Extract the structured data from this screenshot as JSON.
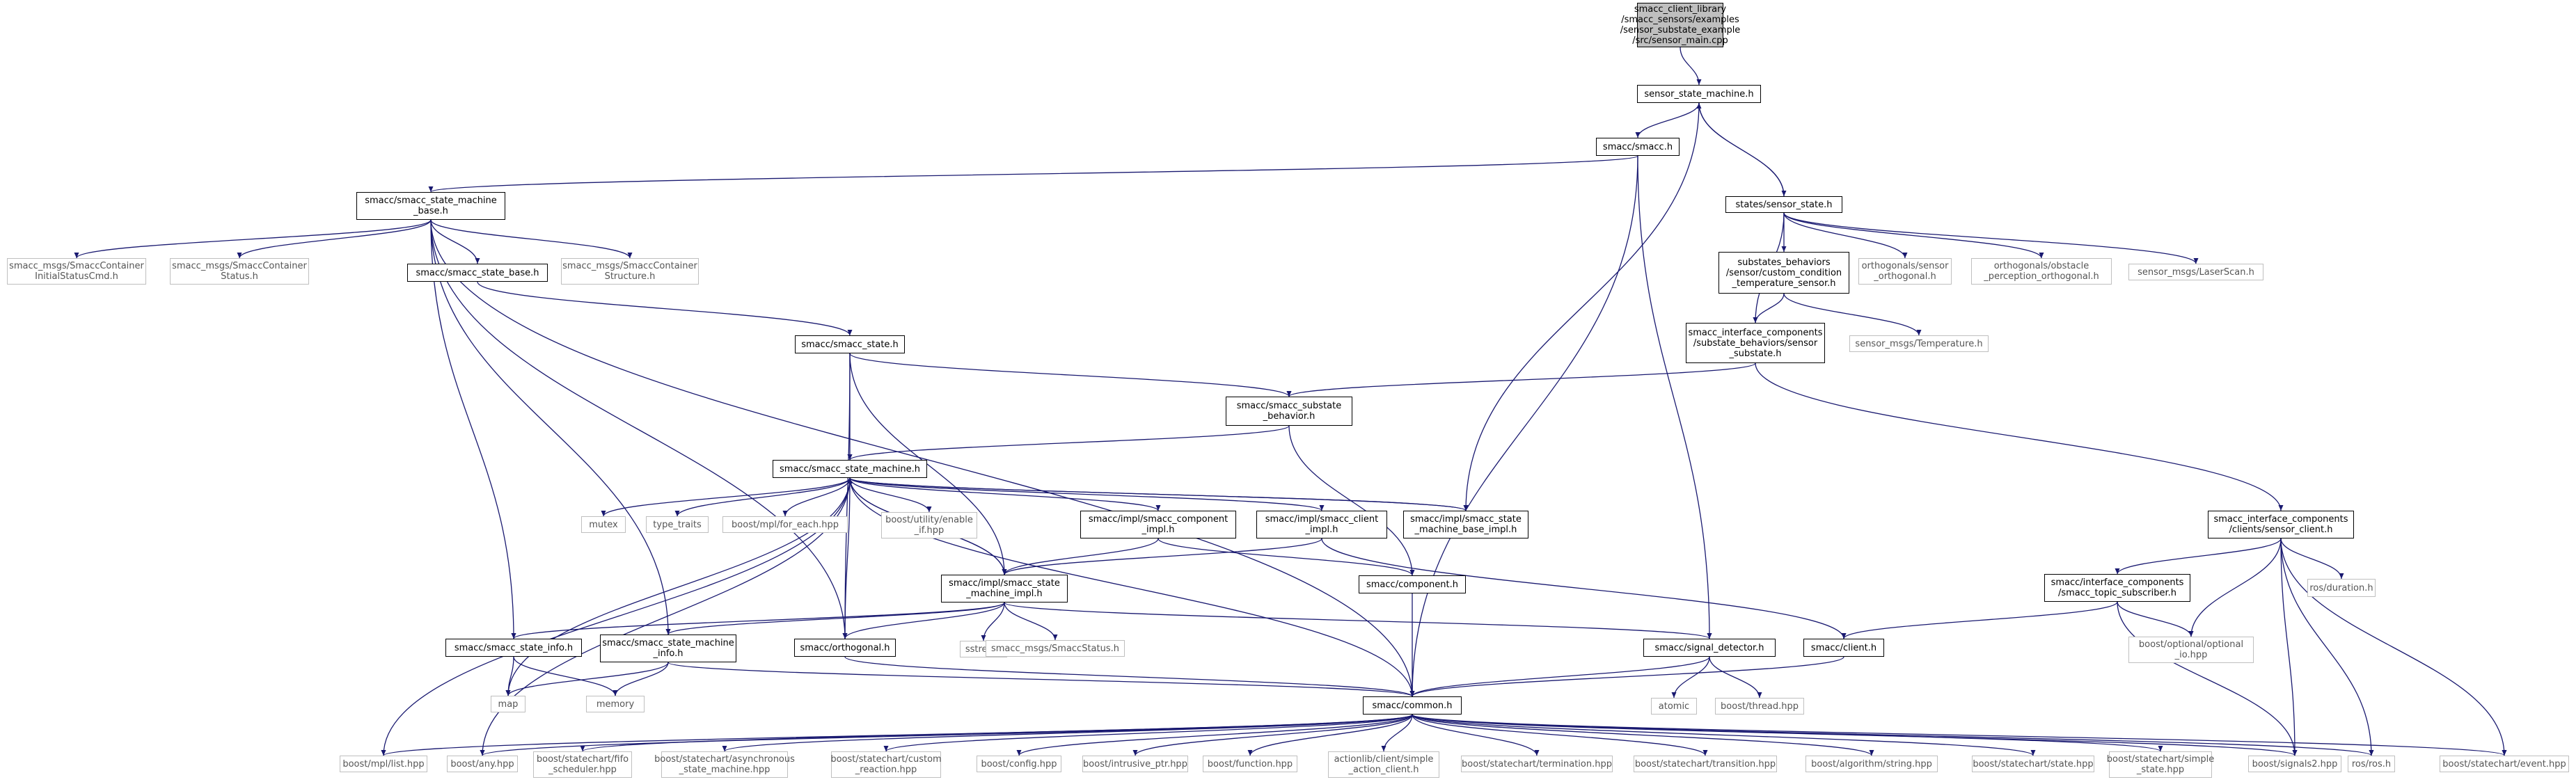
{
  "graph": {
    "edge_color": "#191970",
    "root_fill": "#bfbfbf",
    "internal_border": "#000000",
    "external_border": "#bfbfbf",
    "nodes": [
      {
        "id": "root",
        "label": "smacc_client_library\n/smacc_sensors/examples\n/sensor_substate_example\n/src/sensor_main.cpp",
        "kind": "root"
      },
      {
        "id": "ssm",
        "label": "sensor_state_machine.h",
        "kind": "internal"
      },
      {
        "id": "smacc",
        "label": "smacc/smacc.h",
        "kind": "internal"
      },
      {
        "id": "sstate",
        "label": "states/sensor_state.h",
        "kind": "internal"
      },
      {
        "id": "smb",
        "label": "smacc/smacc_state_machine\n_base.h",
        "kind": "internal"
      },
      {
        "id": "sc_init",
        "label": "smacc_msgs/SmaccContainer\nInitialStatusCmd.h",
        "kind": "external"
      },
      {
        "id": "sc_status",
        "label": "smacc_msgs/SmaccContainer\nStatus.h",
        "kind": "external"
      },
      {
        "id": "ssbase",
        "label": "smacc/smacc_state_base.h",
        "kind": "internal"
      },
      {
        "id": "sc_struct",
        "label": "smacc_msgs/SmaccContainer\nStructure.h",
        "kind": "external"
      },
      {
        "id": "subbeh",
        "label": "substates_behaviors\n/sensor/custom_condition\n_temperature_sensor.h",
        "kind": "internal"
      },
      {
        "id": "orth_sensor",
        "label": "orthogonals/sensor\n_orthogonal.h",
        "kind": "external"
      },
      {
        "id": "orth_obs",
        "label": "orthogonals/obstacle\n_perception_orthogonal.h",
        "kind": "external"
      },
      {
        "id": "laser",
        "label": "sensor_msgs/LaserScan.h",
        "kind": "external"
      },
      {
        "id": "sic_sub",
        "label": "smacc_interface_components\n/substate_behaviors/sensor\n_substate.h",
        "kind": "internal"
      },
      {
        "id": "temp",
        "label": "sensor_msgs/Temperature.h",
        "kind": "external"
      },
      {
        "id": "sstate2",
        "label": "smacc/smacc_state.h",
        "kind": "internal"
      },
      {
        "id": "ssubbeh",
        "label": "smacc/smacc_substate\n_behavior.h",
        "kind": "internal"
      },
      {
        "id": "ssmh",
        "label": "smacc/smacc_state_machine.h",
        "kind": "internal"
      },
      {
        "id": "mutex",
        "label": "mutex",
        "kind": "external"
      },
      {
        "id": "type_traits",
        "label": "type_traits",
        "kind": "external"
      },
      {
        "id": "foreach",
        "label": "boost/mpl/for_each.hpp",
        "kind": "external"
      },
      {
        "id": "enableif",
        "label": "boost/utility/enable\n_if.hpp",
        "kind": "external"
      },
      {
        "id": "compimpl",
        "label": "smacc/impl/smacc_component\n_impl.h",
        "kind": "internal"
      },
      {
        "id": "clientimpl",
        "label": "smacc/impl/smacc_client\n_impl.h",
        "kind": "internal"
      },
      {
        "id": "smbimpl",
        "label": "smacc/impl/smacc_state\n_machine_base_impl.h",
        "kind": "internal"
      },
      {
        "id": "sic_client",
        "label": "smacc_interface_components\n/clients/sensor_client.h",
        "kind": "internal"
      },
      {
        "id": "smimpl",
        "label": "smacc/impl/smacc_state\n_machine_impl.h",
        "kind": "internal"
      },
      {
        "id": "component",
        "label": "smacc/component.h",
        "kind": "internal"
      },
      {
        "id": "topicsub",
        "label": "smacc/interface_components\n/smacc_topic_subscriber.h",
        "kind": "internal"
      },
      {
        "id": "rosdur",
        "label": "ros/duration.h",
        "kind": "external"
      },
      {
        "id": "stateinfo",
        "label": "smacc/smacc_state_info.h",
        "kind": "internal"
      },
      {
        "id": "sminfo",
        "label": "smacc/smacc_state_machine\n_info.h",
        "kind": "internal"
      },
      {
        "id": "orthogonal",
        "label": "smacc/orthogonal.h",
        "kind": "internal"
      },
      {
        "id": "sstream",
        "label": "sstream",
        "kind": "external"
      },
      {
        "id": "smstatus",
        "label": "smacc_msgs/SmaccStatus.h",
        "kind": "external"
      },
      {
        "id": "sigdet",
        "label": "smacc/signal_detector.h",
        "kind": "internal"
      },
      {
        "id": "client",
        "label": "smacc/client.h",
        "kind": "internal"
      },
      {
        "id": "optio",
        "label": "boost/optional/optional\n_io.hpp",
        "kind": "external"
      },
      {
        "id": "map",
        "label": "map",
        "kind": "external"
      },
      {
        "id": "memory",
        "label": "memory",
        "kind": "external"
      },
      {
        "id": "common",
        "label": "smacc/common.h",
        "kind": "internal"
      },
      {
        "id": "atomic",
        "label": "atomic",
        "kind": "external"
      },
      {
        "id": "bthread",
        "label": "boost/thread.hpp",
        "kind": "external"
      },
      {
        "id": "mpllist",
        "label": "boost/mpl/list.hpp",
        "kind": "external"
      },
      {
        "id": "any",
        "label": "boost/any.hpp",
        "kind": "external"
      },
      {
        "id": "fifo",
        "label": "boost/statechart/fifo\n_scheduler.hpp",
        "kind": "external"
      },
      {
        "id": "async",
        "label": "boost/statechart/asynchronous\n_state_machine.hpp",
        "kind": "external"
      },
      {
        "id": "custreact",
        "label": "boost/statechart/custom\n_reaction.hpp",
        "kind": "external"
      },
      {
        "id": "config",
        "label": "boost/config.hpp",
        "kind": "external"
      },
      {
        "id": "intrusive",
        "label": "boost/intrusive_ptr.hpp",
        "kind": "external"
      },
      {
        "id": "function",
        "label": "boost/function.hpp",
        "kind": "external"
      },
      {
        "id": "simpleact",
        "label": "actionlib/client/simple\n_action_client.h",
        "kind": "external"
      },
      {
        "id": "termination",
        "label": "boost/statechart/termination.hpp",
        "kind": "external"
      },
      {
        "id": "transition",
        "label": "boost/statechart/transition.hpp",
        "kind": "external"
      },
      {
        "id": "string",
        "label": "boost/algorithm/string.hpp",
        "kind": "external"
      },
      {
        "id": "statehpp",
        "label": "boost/statechart/state.hpp",
        "kind": "external"
      },
      {
        "id": "simplestate",
        "label": "boost/statechart/simple\n_state.hpp",
        "kind": "external"
      },
      {
        "id": "signals2",
        "label": "boost/signals2.hpp",
        "kind": "external"
      },
      {
        "id": "rosh",
        "label": "ros/ros.h",
        "kind": "external"
      },
      {
        "id": "event",
        "label": "boost/statechart/event.hpp",
        "kind": "external"
      }
    ],
    "edges": [
      [
        "root",
        "ssm"
      ],
      [
        "ssm",
        "smacc"
      ],
      [
        "ssm",
        "sstate"
      ],
      [
        "ssm",
        "smbimpl"
      ],
      [
        "smacc",
        "smb"
      ],
      [
        "smacc",
        "common"
      ],
      [
        "smacc",
        "sigdet"
      ],
      [
        "sstate",
        "ssm"
      ],
      [
        "sstate",
        "subbeh"
      ],
      [
        "sstate",
        "sic_sub"
      ],
      [
        "sstate",
        "orth_sensor"
      ],
      [
        "sstate",
        "orth_obs"
      ],
      [
        "sstate",
        "laser"
      ],
      [
        "smb",
        "sc_init"
      ],
      [
        "smb",
        "sc_status"
      ],
      [
        "smb",
        "ssbase"
      ],
      [
        "smb",
        "sc_struct"
      ],
      [
        "smb",
        "common"
      ],
      [
        "smb",
        "stateinfo"
      ],
      [
        "smb",
        "sminfo"
      ],
      [
        "smb",
        "orthogonal"
      ],
      [
        "ssbase",
        "sstate2"
      ],
      [
        "subbeh",
        "sic_sub"
      ],
      [
        "subbeh",
        "temp"
      ],
      [
        "sic_sub",
        "ssubbeh"
      ],
      [
        "sic_sub",
        "sic_client"
      ],
      [
        "sstate2",
        "ssubbeh"
      ],
      [
        "sstate2",
        "ssmh"
      ],
      [
        "sstate2",
        "smimpl"
      ],
      [
        "sstate2",
        "orthogonal"
      ],
      [
        "ssubbeh",
        "ssmh"
      ],
      [
        "ssubbeh",
        "component"
      ],
      [
        "ssmh",
        "mutex"
      ],
      [
        "ssmh",
        "type_traits"
      ],
      [
        "ssmh",
        "foreach"
      ],
      [
        "ssmh",
        "enableif"
      ],
      [
        "ssmh",
        "compimpl"
      ],
      [
        "ssmh",
        "clientimpl"
      ],
      [
        "ssmh",
        "smbimpl"
      ],
      [
        "ssmh",
        "smimpl"
      ],
      [
        "ssmh",
        "common"
      ],
      [
        "ssmh",
        "mpllist"
      ],
      [
        "ssmh",
        "map"
      ],
      [
        "ssmh",
        "any"
      ],
      [
        "compimpl",
        "smimpl"
      ],
      [
        "compimpl",
        "component"
      ],
      [
        "clientimpl",
        "smimpl"
      ],
      [
        "clientimpl",
        "client"
      ],
      [
        "smbimpl",
        "ssmh"
      ],
      [
        "sic_client",
        "topicsub"
      ],
      [
        "sic_client",
        "rosdur"
      ],
      [
        "sic_client",
        "optio"
      ],
      [
        "sic_client",
        "signals2"
      ],
      [
        "sic_client",
        "rosh"
      ],
      [
        "sic_client",
        "event"
      ],
      [
        "smimpl",
        "stateinfo"
      ],
      [
        "smimpl",
        "sminfo"
      ],
      [
        "smimpl",
        "orthogonal"
      ],
      [
        "smimpl",
        "sstream"
      ],
      [
        "smimpl",
        "smstatus"
      ],
      [
        "smimpl",
        "sigdet"
      ],
      [
        "smimpl",
        "ssmh"
      ],
      [
        "component",
        "common"
      ],
      [
        "topicsub",
        "client"
      ],
      [
        "topicsub",
        "optio"
      ],
      [
        "topicsub",
        "signals2"
      ],
      [
        "stateinfo",
        "map"
      ],
      [
        "stateinfo",
        "memory"
      ],
      [
        "sminfo",
        "map"
      ],
      [
        "sminfo",
        "memory"
      ],
      [
        "sminfo",
        "common"
      ],
      [
        "orthogonal",
        "ssmh"
      ],
      [
        "orthogonal",
        "common"
      ],
      [
        "sigdet",
        "common"
      ],
      [
        "sigdet",
        "atomic"
      ],
      [
        "sigdet",
        "bthread"
      ],
      [
        "client",
        "common"
      ],
      [
        "common",
        "mpllist"
      ],
      [
        "common",
        "any"
      ],
      [
        "common",
        "fifo"
      ],
      [
        "common",
        "async"
      ],
      [
        "common",
        "custreact"
      ],
      [
        "common",
        "config"
      ],
      [
        "common",
        "intrusive"
      ],
      [
        "common",
        "function"
      ],
      [
        "common",
        "simpleact"
      ],
      [
        "common",
        "termination"
      ],
      [
        "common",
        "transition"
      ],
      [
        "common",
        "string"
      ],
      [
        "common",
        "statehpp"
      ],
      [
        "common",
        "simplestate"
      ],
      [
        "common",
        "signals2"
      ],
      [
        "common",
        "rosh"
      ],
      [
        "common",
        "event"
      ]
    ]
  }
}
